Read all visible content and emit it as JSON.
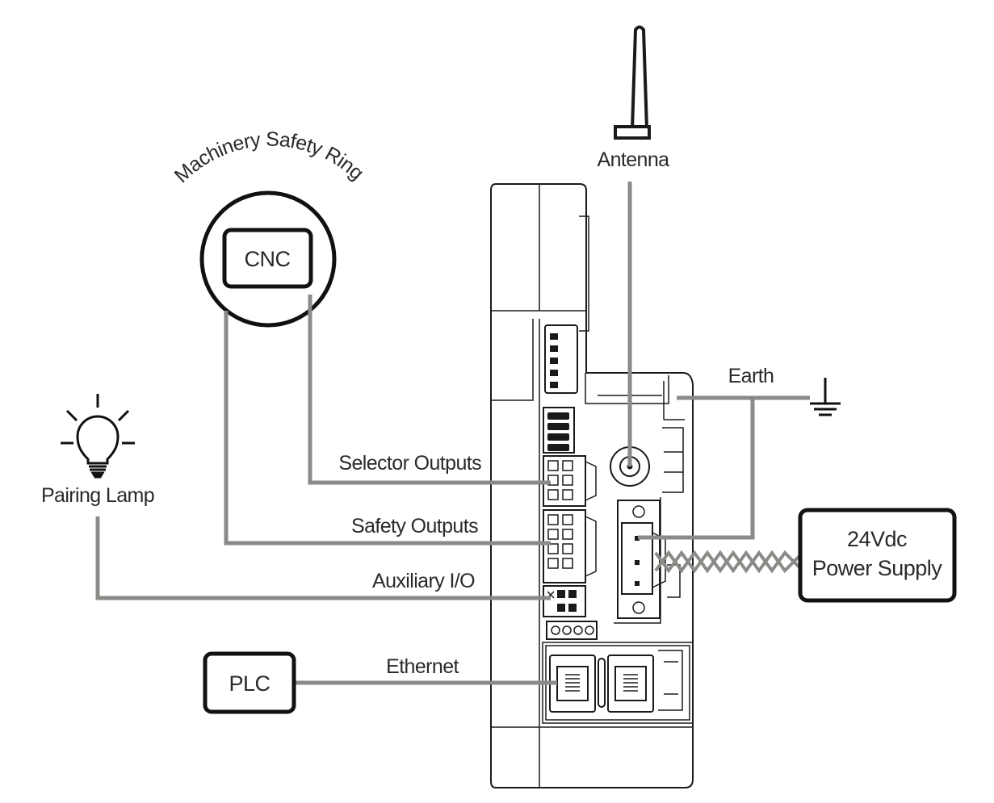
{
  "labels": {
    "antenna": "Antenna",
    "machinery_safety_ring": "Machinery Safety Ring",
    "cnc": "CNC",
    "pairing_lamp": "Pairing Lamp",
    "selector_outputs": "Selector Outputs",
    "safety_outputs": "Safety Outputs",
    "auxiliary_io": "Auxiliary I/O",
    "ethernet": "Ethernet",
    "plc": "PLC",
    "earth": "Earth",
    "power_supply_line1": "24Vdc",
    "power_supply_line2": "Power Supply"
  },
  "icons": {
    "antenna": "antenna-icon",
    "lamp": "light-bulb-icon",
    "ground": "ground-symbol-icon"
  },
  "colors": {
    "wire": "#8a8a87",
    "outline": "#1a1a1a",
    "text": "#2a2a2a",
    "background": "#ffffff"
  }
}
